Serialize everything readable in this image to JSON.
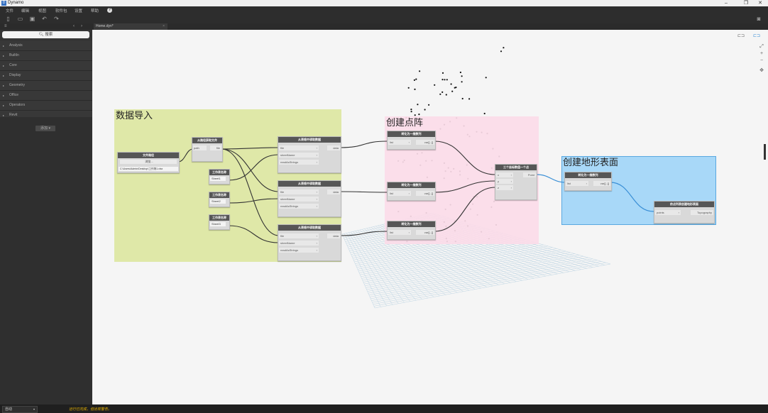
{
  "window": {
    "title": "Dynamo",
    "logo": "D"
  },
  "menu": {
    "items": [
      "文件",
      "编辑",
      "视图",
      "软件包",
      "设置",
      "帮助"
    ]
  },
  "library": {
    "search_placeholder": "搜索",
    "categories": [
      "Analysis",
      "BuiltIn",
      "Core",
      "Display",
      "Geometry",
      "Office",
      "Operators",
      "Revit"
    ],
    "add_label": "添加"
  },
  "tab": {
    "label": "Home.dyn*",
    "close": "×"
  },
  "status": {
    "run_mode": "自动",
    "message": "运行已完成，但出现警告。"
  },
  "groups": [
    {
      "title": "数据导入",
      "color": "#dfe8a8"
    },
    {
      "title": "创建点阵",
      "color": "#fbdbe8"
    },
    {
      "title": "创建地形表面",
      "color": "#a8d8f8"
    }
  ],
  "nodes": {
    "file_path": {
      "title": "文件路径",
      "button": "浏览...",
      "value": "C:\\Users\\Admin\\Desktop\\工作簿1.xlsx"
    },
    "file_from_path": {
      "title": "从路径获取文件",
      "in": "path",
      "out": "file"
    },
    "sheet1": {
      "title": "工作表名称",
      "value": "Sheet1"
    },
    "sheet2": {
      "title": "工作表名称",
      "value": "Sheet2"
    },
    "sheet3": {
      "title": "工作表名称",
      "value": "Sheet3"
    },
    "read1": {
      "title": "从表格中读取数据",
      "in1": "file",
      "in2": "sheetName",
      "in3": "readAsStrings",
      "out": "data"
    },
    "read2": {
      "title": "从表格中读取数据",
      "in1": "file",
      "in2": "sheetName",
      "in3": "readAsStrings",
      "out": "data"
    },
    "read3": {
      "title": "从表格中读取数据",
      "in1": "file",
      "in2": "sheetName",
      "in3": "readAsStrings",
      "out": "data"
    },
    "flat1": {
      "title": "转化为一维数列",
      "in": "list",
      "out": "var[]..[]"
    },
    "flat2": {
      "title": "转化为一维数列",
      "in": "list",
      "out": "var[]..[]"
    },
    "flat3": {
      "title": "转化为一维数列",
      "in": "list",
      "out": "var[]..[]"
    },
    "point": {
      "title": "三个坐标数值一个点",
      "in1": "x",
      "in2": "y",
      "in3": "z",
      "out": "Point"
    },
    "flat4": {
      "title": "转化为一维数列",
      "in": "list",
      "out": "var[]..[]"
    },
    "topo": {
      "title": "依点列表创建地形表面",
      "in": "points",
      "out": "Topography"
    }
  }
}
